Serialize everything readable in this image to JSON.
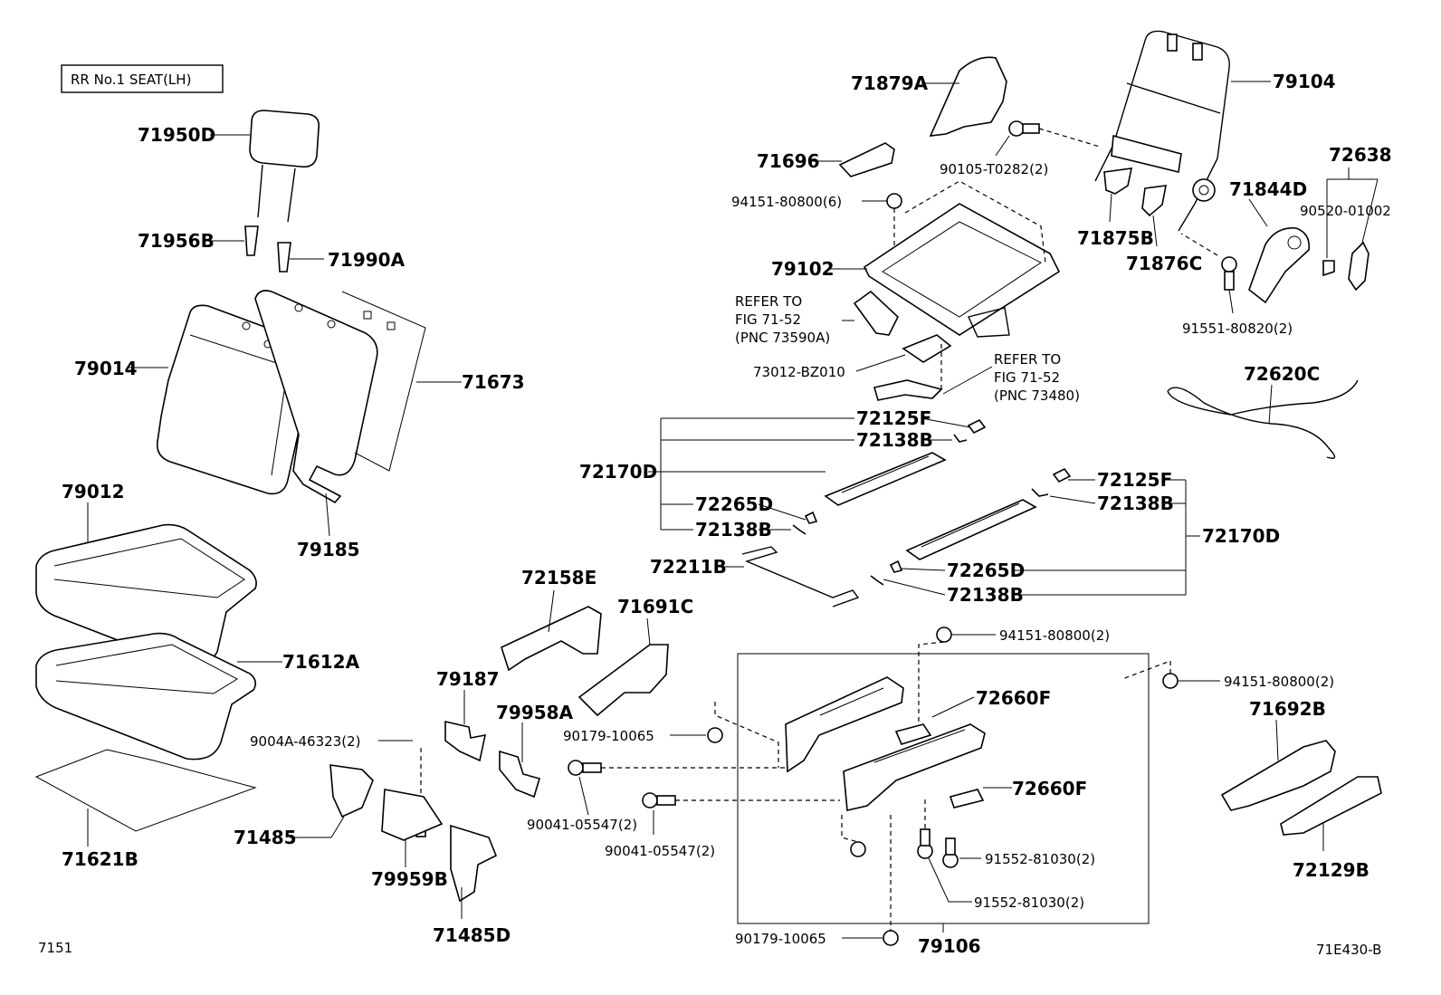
{
  "title_box": "RR No.1 SEAT(LH)",
  "footer_left": "7151",
  "footer_right": "71E430-B",
  "labels": {
    "p71950D": "71950D",
    "p71956B": "71956B",
    "p71990A": "71990A",
    "p79014": "79014",
    "p71673": "71673",
    "p79185": "79185",
    "p79012": "79012",
    "p71612A": "71612A",
    "p71621B": "71621B",
    "p9004A": "9004A-46323(2)",
    "p71485": "71485",
    "p79959B": "79959B",
    "p71485D": "71485D",
    "p79187": "79187",
    "p79958A": "79958A",
    "p72158E": "72158E",
    "p71691C": "71691C",
    "p90179a": "90179-10065",
    "p90041a": "90041-05547(2)",
    "p90041b": "90041-05547(2)",
    "p72211B": "72211B",
    "p71879A": "71879A",
    "p71696": "71696",
    "p94151a": "94151-80800(6)",
    "p90105": "90105-T0282(2)",
    "p79102": "79102",
    "p79104": "79104",
    "p71875B": "71875B",
    "p71876C": "71876C",
    "p71844D": "71844D",
    "p72638": "72638",
    "p90520": "90520-01002",
    "p91551": "91551-80820(2)",
    "p72620C": "72620C",
    "refer1_l1": "REFER TO",
    "refer1_l2": "FIG 71-52",
    "refer1_l3": "(PNC 73590A)",
    "refer2_l1": "REFER TO",
    "refer2_l2": "FIG 71-52",
    "refer2_l3": "(PNC 73480)",
    "p73012": "73012-BZ010",
    "p72125F_a": "72125F",
    "p72138B_a": "72138B",
    "p72170D_a": "72170D",
    "p72265D_a": "72265D",
    "p72138B_b": "72138B",
    "p72125F_b": "72125F",
    "p72138B_c": "72138B",
    "p72170D_b": "72170D",
    "p72265D_b": "72265D",
    "p72138B_d": "72138B",
    "p94151b": "94151-80800(2)",
    "p94151c": "94151-80800(2)",
    "p72660F_a": "72660F",
    "p72660F_b": "72660F",
    "p71692B": "71692B",
    "p72129B": "72129B",
    "p91552a": "91552-81030(2)",
    "p91552b": "91552-81030(2)",
    "p90179b": "90179-10065",
    "p79106": "79106"
  }
}
